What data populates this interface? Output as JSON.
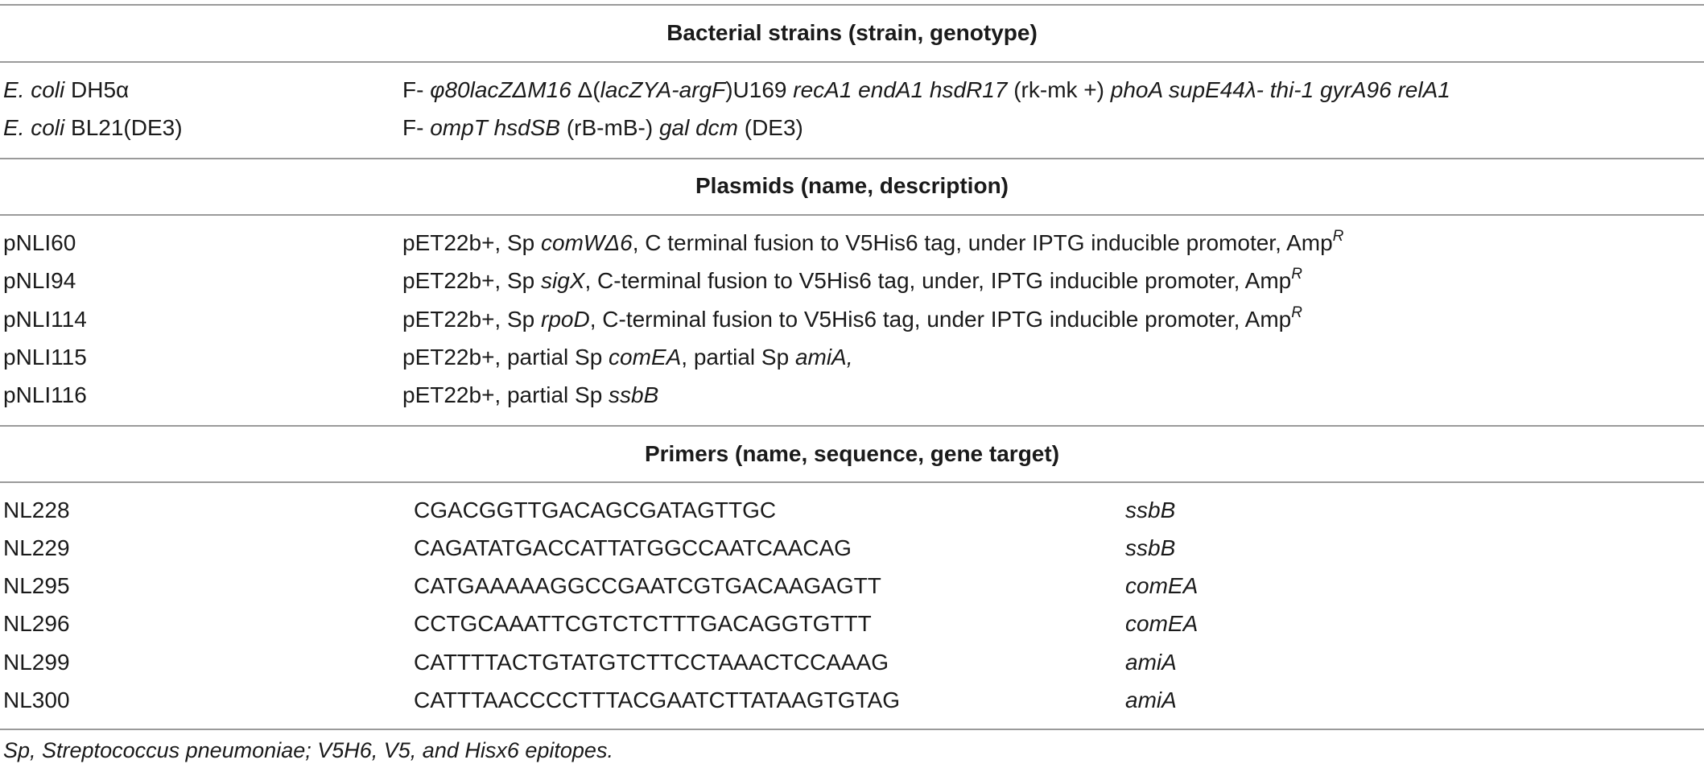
{
  "sections": {
    "strains_header": "Bacterial strains (strain, genotype)",
    "plasmids_header": "Plasmids (name, description)",
    "primers_header": "Primers (name, sequence, gene target)"
  },
  "strains": [
    {
      "name_prefix": "E. coli",
      "name_rest": " DH5α",
      "genotype": {
        "t1": "F- ",
        "i1": "φ80lacZΔM16",
        "t2": " Δ(",
        "i2": "lacZYA-argF",
        "t3": ")U169 ",
        "i3": "recA1 endA1 hsdR17",
        "t4": " (rk-mk +) ",
        "i4": "phoA supE44λ- thi-1 gyrA96 relA1"
      }
    },
    {
      "name_prefix": "E. coli",
      "name_rest": " BL21(DE3)",
      "genotype": {
        "t1": "F- ",
        "i1": "ompT hsdSB",
        "t2": " (rB-mB-) ",
        "i2": "gal dcm",
        "t3": " (DE3)"
      }
    }
  ],
  "plasmids": [
    {
      "name": "pNLI60",
      "pre": "pET22b+, Sp ",
      "gene": "comWΔ6",
      "post": ", C terminal fusion to V5His6 tag, under IPTG inducible promoter, Amp",
      "sup": "R"
    },
    {
      "name": "pNLI94",
      "pre": "pET22b+, Sp ",
      "gene": "sigX",
      "post": ", C-terminal fusion to V5His6 tag, under, IPTG inducible promoter, Amp",
      "sup": "R"
    },
    {
      "name": "pNLI114",
      "pre": "pET22b+, Sp ",
      "gene": "rpoD",
      "post": ", C-terminal fusion to V5His6 tag, under IPTG inducible promoter, Amp",
      "sup": "R"
    },
    {
      "name": "pNLI115",
      "pre": "pET22b+, partial Sp ",
      "gene": "comEA",
      "post": ", partial Sp ",
      "gene2": "amiA,"
    },
    {
      "name": "pNLI116",
      "pre": "pET22b+, partial Sp ",
      "gene": "ssbB"
    }
  ],
  "primers": [
    {
      "name": "NL228",
      "sequence": "CGACGGTTGACAGCGATAGTTGC",
      "target": "ssbB"
    },
    {
      "name": "NL229",
      "sequence": "CAGATATGACCATTATGGCCAATCAACAG",
      "target": "ssbB"
    },
    {
      "name": "NL295",
      "sequence": "CATGAAAAAGGCCGAATCGTGACAAGAGTT",
      "target": "comEA"
    },
    {
      "name": "NL296",
      "sequence": "CCTGCAAATTCGTCTCTTTGACAGGTGTTT",
      "target": "comEA"
    },
    {
      "name": "NL299",
      "sequence": "CATTTTACTGTATGTCTTCCTAAACTCCAAAG",
      "target": "amiA"
    },
    {
      "name": "NL300",
      "sequence": "CATTTAACCCCTTTACGAATCTTATAAGTGTAG",
      "target": "amiA"
    }
  ],
  "footnote": "Sp, Streptococcus pneumoniae; V5H6, V5, and Hisx6 epitopes."
}
